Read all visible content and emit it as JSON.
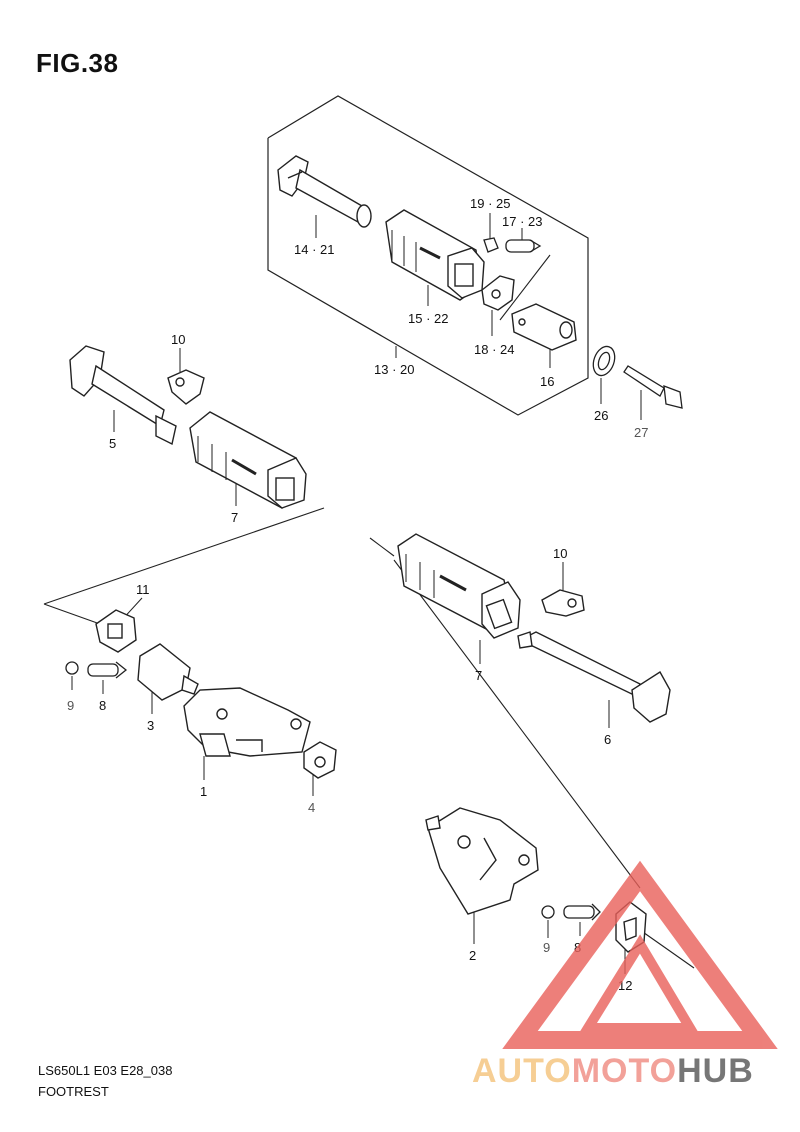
{
  "figure": {
    "title": "FIG.38"
  },
  "footer": {
    "model_code": "LS650L1 E03 E28_038",
    "section_name": "FOOTREST"
  },
  "parts": {
    "p1": "1",
    "p2": "2",
    "p3": "3",
    "p4": "4",
    "p5": "5",
    "p6": "6",
    "p7a": "7",
    "p7b": "7",
    "p8a": "8",
    "p8b": "8",
    "p9a": "9",
    "p9b": "9",
    "p10a": "10",
    "p10b": "10",
    "p11": "11",
    "p12": "12",
    "p13": "13 · 20",
    "p14": "14 · 21",
    "p15": "15 · 22",
    "p16": "16",
    "p17": "17 · 23",
    "p18": "18 · 24",
    "p19": "19 · 25",
    "p26": "26",
    "p27": "27"
  },
  "watermark": {
    "part1": "AUTO",
    "part2": "MOTO",
    "part3": "HUB",
    "colors": {
      "auto": "#f4c27a",
      "moto": "#f08a80",
      "hub": "#555555",
      "triangle": "#e9605a"
    }
  }
}
